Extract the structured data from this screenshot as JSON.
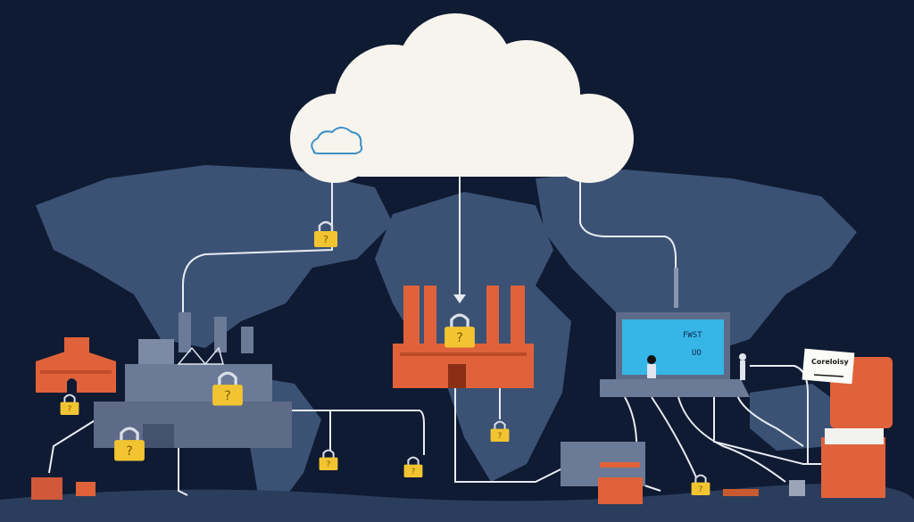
{
  "scene": {
    "description_free": true,
    "colors": {
      "background": "#0f1b33",
      "continents": "#3b5275",
      "cloud": "#f7f4ee",
      "orange": "#e0623a",
      "building_gray": "#6b7a96",
      "lock": "#f2c431",
      "cable": "#e8ecf2",
      "screen": "#35b6e6"
    },
    "lock_glyph": "?",
    "screen_text": [
      "FWST",
      "UO"
    ],
    "sign_text": "Coreloisy",
    "icons": [
      "cloud-icon",
      "padlock-icon",
      "factory-icon",
      "computer-icon",
      "server-icon"
    ]
  }
}
